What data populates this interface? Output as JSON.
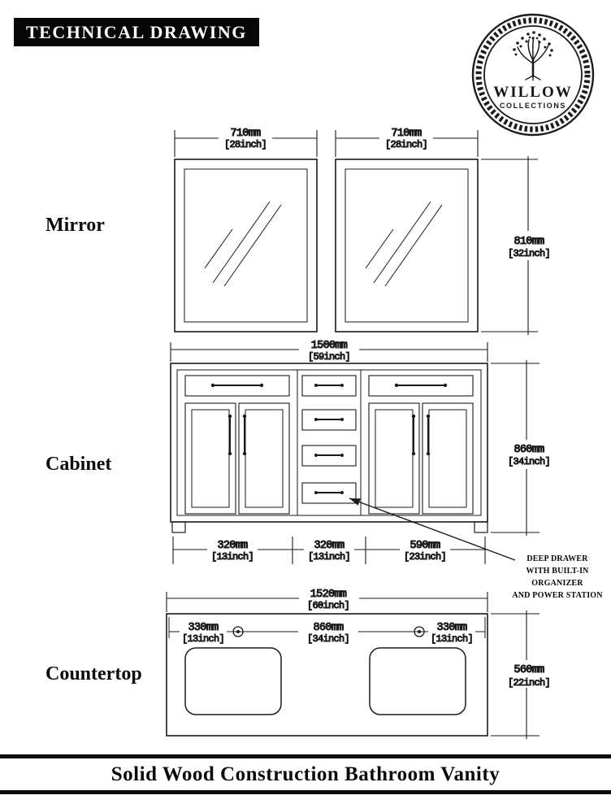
{
  "header": {
    "title": "TECHNICAL DRAWING"
  },
  "logo": {
    "brand": "WILLOW",
    "sub": "COLLECTIONS"
  },
  "labels": {
    "mirror": "Mirror",
    "cabinet": "Cabinet",
    "countertop": "Countertop"
  },
  "dims": {
    "mirror_width_mm": "710mm",
    "mirror_width_in": "[28inch]",
    "mirror_height_mm": "810mm",
    "mirror_height_in": "[32inch]",
    "cabinet_width_mm": "1500mm",
    "cabinet_width_in": "[59inch]",
    "cabinet_height_mm": "860mm",
    "cabinet_height_in": "[34inch]",
    "cabinet_seg_left_mm": "320mm",
    "cabinet_seg_left_in": "[13inch]",
    "cabinet_seg_mid_mm": "320mm",
    "cabinet_seg_mid_in": "[13inch]",
    "cabinet_seg_right_mm": "590mm",
    "cabinet_seg_right_in": "[23inch]",
    "counter_width_mm": "1520mm",
    "counter_width_in": "[60inch]",
    "counter_height_mm": "560mm",
    "counter_height_in": "[22inch]",
    "counter_left_mm": "330mm",
    "counter_left_in": "[13inch]",
    "counter_center_mm": "860mm",
    "counter_center_in": "[34inch]",
    "counter_right_mm": "330mm",
    "counter_right_in": "[13inch]"
  },
  "annotation": {
    "lines": [
      "DEEP DRAWER",
      "WITH BUILT-IN",
      "ORGANIZER",
      "AND POWER STATION"
    ]
  },
  "footer": {
    "title": "Solid Wood Construction Bathroom Vanity"
  }
}
